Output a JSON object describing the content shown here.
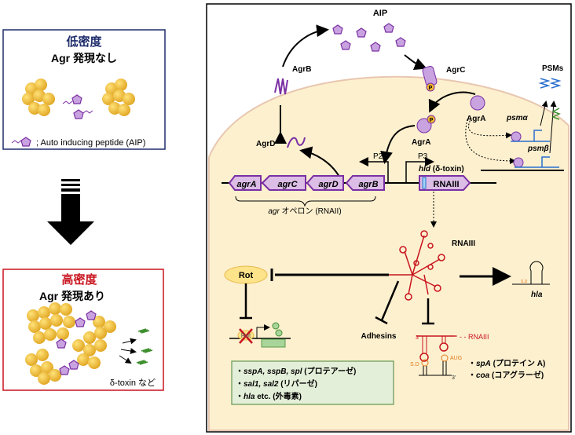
{
  "low_density": {
    "title": "低密度",
    "subtitle": "Agr 発現なし",
    "legend": "; Auto inducing peptide (AIP)",
    "border_color": "#1f2d6b"
  },
  "high_density": {
    "title": "高密度",
    "subtitle": "Agr 発現あり",
    "caption": "δ-toxin など",
    "border_color": "#c8141e"
  },
  "pathway": {
    "aip": "AIP",
    "agrb": "AgrB",
    "agrc": "AgrC",
    "agrd": "AgrD",
    "agra": "AgrA",
    "agra2": "AgrA",
    "p_label": "P",
    "psms": "PSMs",
    "psma": "psmα",
    "psmb": "psmβ",
    "p2": "P2",
    "p3": "P3",
    "hld": "hld",
    "hld_rest": " (δ-toxin)",
    "genes": [
      "agrA",
      "agrC",
      "agrD",
      "agrB"
    ],
    "rnaiii_gene": "RNAIII",
    "operon_italic": "agr",
    "operon_rest": " オペロン (RNAII)",
    "rnaiii": "RNAIII",
    "rot": "Rot",
    "rot_crossed": "Rot",
    "hla": "hla",
    "adhesins": "Adhesins",
    "rnaiii_small": "RNAIII",
    "three_prime": "3'",
    "three_prime2": "3'",
    "sd": "S.D",
    "aug": "AUG",
    "targets_right": [
      {
        "italic": "spA",
        "rest": " (プロテイン A)"
      },
      {
        "italic": "coa",
        "rest": " (コアグラーゼ)"
      }
    ],
    "targets_box": [
      {
        "italic": "sspA, sspB, spl",
        "rest": "  (プロテアーゼ)"
      },
      {
        "italic": "sal1, sal2",
        "rest": " (リパーゼ)"
      },
      {
        "italic": "hla",
        "rest": " etc. (外毒素)"
      }
    ],
    "colors": {
      "cell": "#fdf0cf",
      "gene": "#dcbde6",
      "gene_border": "#7a2fa3",
      "rna": "#c8141e",
      "green_box": "#e4efd9"
    }
  }
}
